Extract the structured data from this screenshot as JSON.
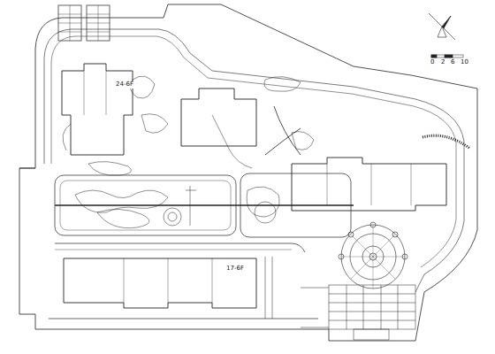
{
  "diagram": {
    "labels": [
      "24-6F",
      "17-6F",
      "0",
      "2",
      "6",
      "10"
    ]
  }
}
